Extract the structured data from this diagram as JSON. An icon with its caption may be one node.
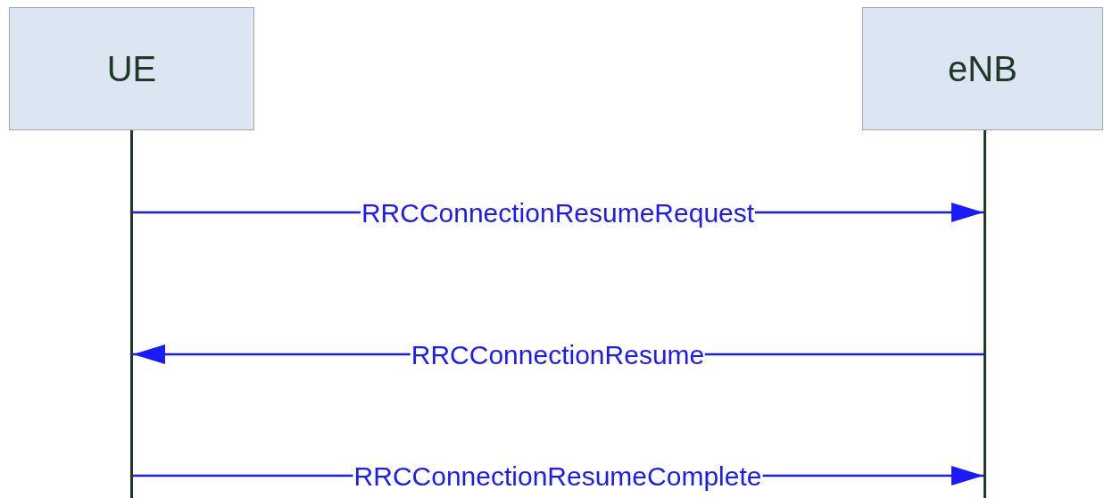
{
  "diagram": {
    "nodes": [
      {
        "text": [
          "UE"
        ]
      },
      {
        "text": [
          "eNB"
        ]
      },
      {
        "text": [],
        "shape": "bar"
      },
      {
        "text": [],
        "shape": "bar"
      }
    ],
    "edges": [
      {
        "from": 2,
        "to": 3,
        "arrow": "to",
        "label": "RRCConnectionResumeRequest"
      },
      {
        "from": 3,
        "to": 2,
        "arrow": "to",
        "label": "RRCConnectionResume"
      },
      {
        "from": 2,
        "to": 3,
        "arrow": "to",
        "label": "RRCConnectionResumeComplete"
      }
    ]
  }
}
